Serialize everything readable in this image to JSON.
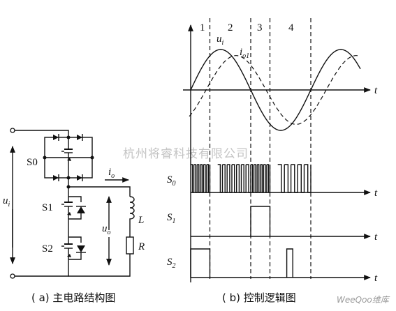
{
  "circuit": {
    "input_voltage": "u",
    "input_voltage_sub": "i",
    "switch_s0": "S0",
    "switch_s1": "S1",
    "switch_s2": "S2",
    "output_current": "i",
    "output_current_sub": "o",
    "output_voltage": "u",
    "output_voltage_sub": "o",
    "inductor": "L",
    "resistor": "R"
  },
  "timing": {
    "interval_labels": [
      "1",
      "2",
      "3",
      "4"
    ],
    "wave_input": "u",
    "wave_input_sub": "i",
    "wave_current": "i",
    "wave_current_sub": "o1",
    "time_axis": "t",
    "signal_s0": "S",
    "signal_s0_sub": "0",
    "signal_s1": "S",
    "signal_s1_sub": "1",
    "signal_s2": "S",
    "signal_s2_sub": "2",
    "s0_pwm_segments": [
      {
        "start": 0.0,
        "end": 0.32,
        "pulses": 6
      },
      {
        "start": 0.45,
        "end": 1.0,
        "pulses": 7
      },
      {
        "start": 1.0,
        "end": 1.32,
        "pulses": 6
      },
      {
        "start": 1.45,
        "end": 2.0,
        "pulses": 5
      }
    ],
    "s1_high": [
      [
        1.0,
        1.32
      ]
    ],
    "s2_high": [
      [
        0.0,
        0.32
      ],
      [
        1.6,
        1.7
      ]
    ]
  },
  "captions": {
    "a": "( a) 主电路结构图",
    "b": "( b) 控制逻辑图"
  },
  "watermark": "杭州将睿科技有限公司",
  "logo": "WeeQoo维库"
}
